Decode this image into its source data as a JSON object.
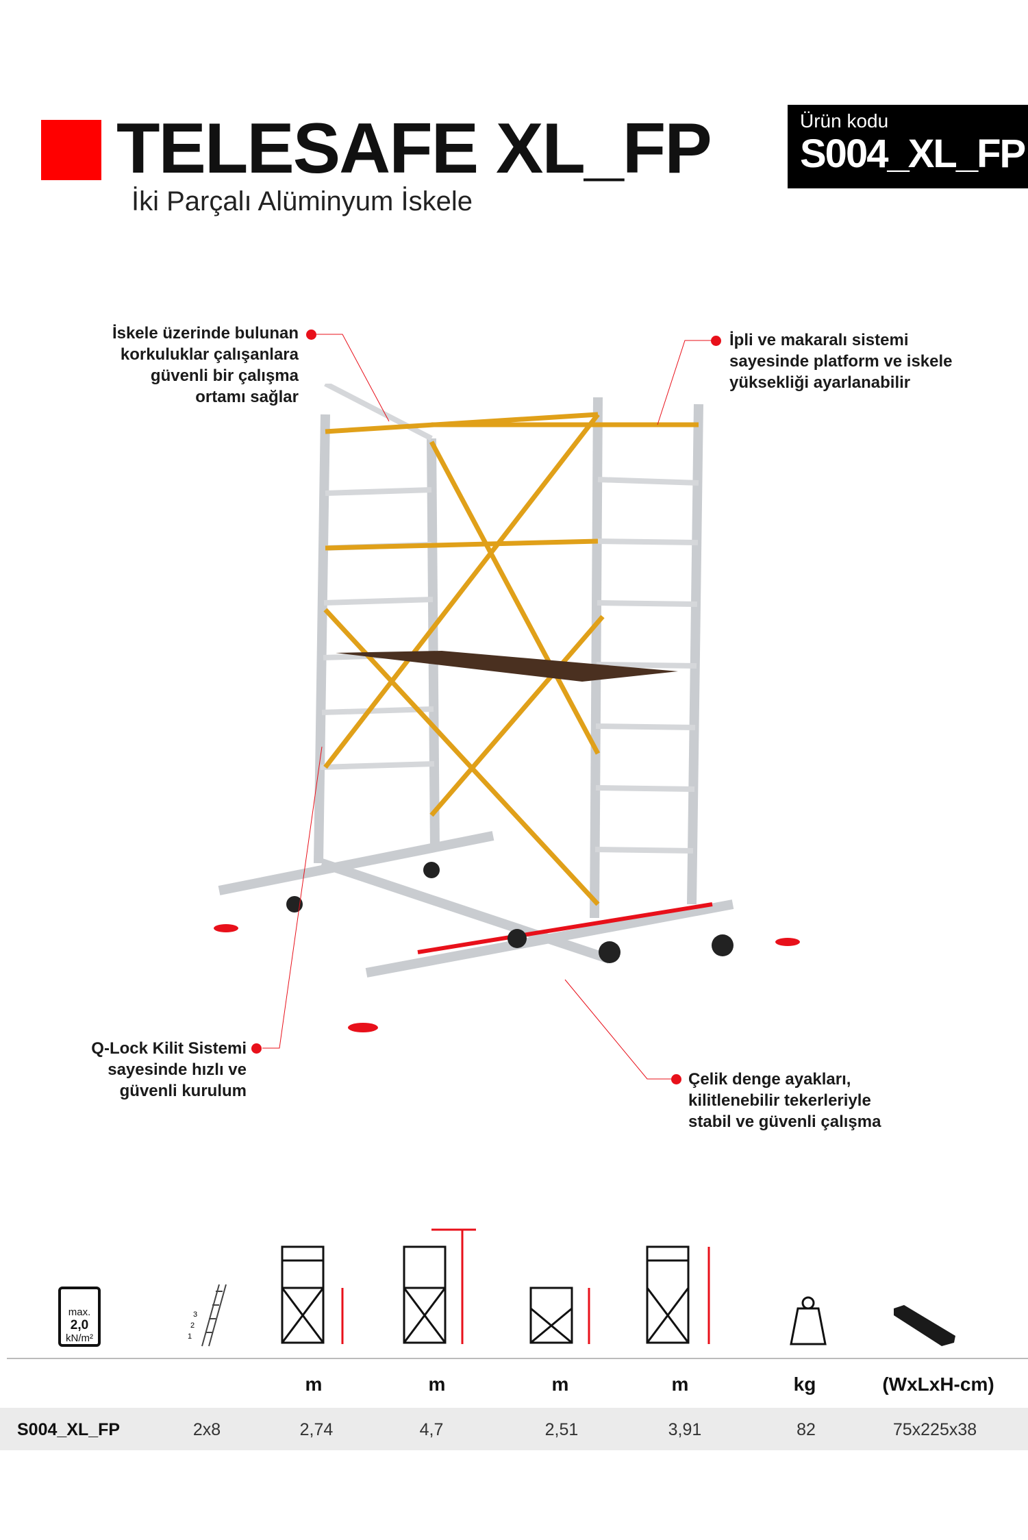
{
  "header": {
    "title": "TELESAFE XL_FP",
    "subtitle": "İki Parçalı Alüminyum İskele",
    "code_label": "Ürün kodu",
    "code_value": "S004_XL_FP"
  },
  "callouts": [
    {
      "lines": [
        "İskele üzerinde bulunan",
        "korkuluklar çalışanlara",
        "güvenli bir çalışma",
        "ortamı sağlar"
      ]
    },
    {
      "lines": [
        "İpli ve makaralı sistemi",
        "sayesinde platform ve iskele",
        "yüksekliği ayarlanabilir"
      ]
    },
    {
      "lines": [
        "Q-Lock Kilit Sistemi",
        "sayesinde hızlı ve",
        "güvenli kurulum"
      ]
    },
    {
      "lines": [
        "Çelik denge ayakları,",
        "kilitlenebilir tekerleriyle",
        "stabil ve güvenli çalışma"
      ]
    }
  ],
  "specs": {
    "load_icon": {
      "line1": "max.",
      "line2": "2,0",
      "line3": "kN/m²"
    },
    "ladder_icon_steps": [
      "3",
      "2",
      "1"
    ],
    "units": [
      "m",
      "m",
      "m",
      "m",
      "kg",
      "(WxLxH-cm)"
    ],
    "row": [
      "S004_XL_FP",
      "2x8",
      "2,74",
      "4,7",
      "2,51",
      "3,91",
      "82",
      "75x225x38"
    ]
  },
  "colors": {
    "accent": "#ff0000",
    "frame": "#c9ccd0",
    "brace": "#e0a019"
  }
}
